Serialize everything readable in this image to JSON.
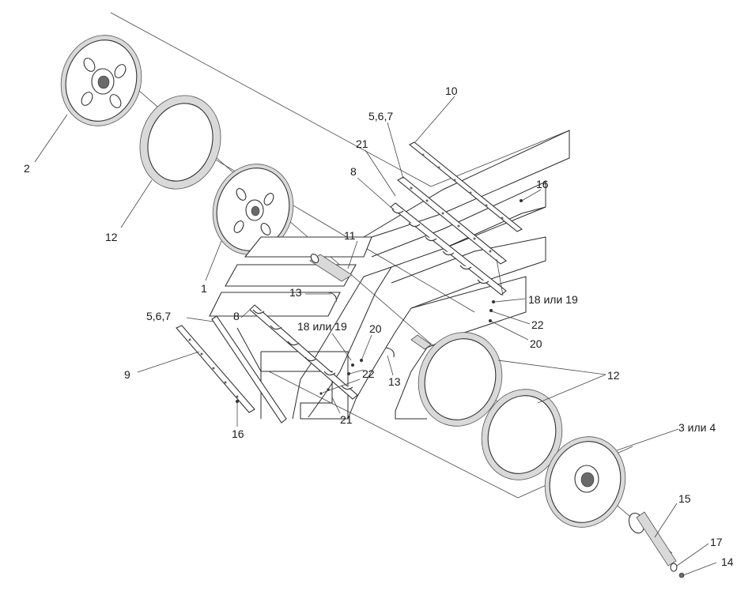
{
  "diagram": {
    "callouts": {
      "c1": "1",
      "c2": "2",
      "c3or4": "3 или 4",
      "c567a": "5,6,7",
      "c567b": "5,6,7",
      "c8a": "8",
      "c8b": "8",
      "c9": "9",
      "c10": "10",
      "c11": "11",
      "c12a": "12",
      "c12b": "12",
      "c13a": "13",
      "c13b": "13",
      "c14": "14",
      "c15": "15",
      "c16a": "16",
      "c16b": "16",
      "c17": "17",
      "c1819a": "18 или 19",
      "c1819b": "18 или 19",
      "c20a": "20",
      "c20b": "20",
      "c21a": "21",
      "c21b": "21",
      "c22a": "22",
      "c22b": "22"
    }
  }
}
